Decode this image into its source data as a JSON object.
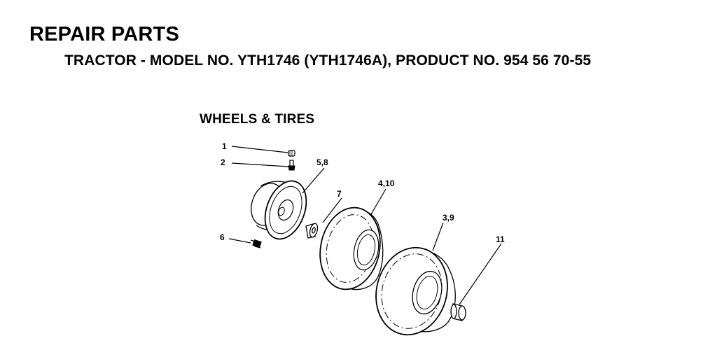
{
  "header": {
    "title": "REPAIR PARTS",
    "subtitle": "TRACTOR - MODEL NO. YTH1746 (YTH1746A), PRODUCT NO. 954 56 70-55"
  },
  "section": {
    "title": "WHEELS & TIRES"
  },
  "callouts": [
    "1",
    "2",
    "5,8",
    "7",
    "4,10",
    "3,9",
    "11",
    "6"
  ]
}
